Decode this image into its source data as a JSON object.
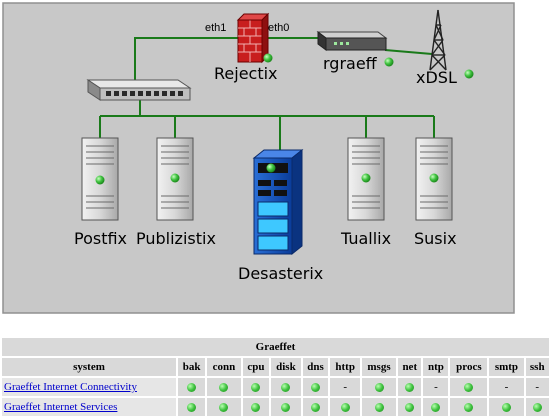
{
  "map": {
    "nodes": {
      "rejectix": "Rejectix",
      "rgraeff": "rgraeff",
      "xdsl": "xDSL",
      "postfix": "Postfix",
      "publizistix": "Publizistix",
      "desasterix": "Desasterix",
      "tuallix": "Tuallix",
      "susix": "Susix"
    },
    "interfaces": {
      "eth1": "eth1",
      "eth0": "eth0"
    }
  },
  "status_table": {
    "title": "Graeffet",
    "columns": [
      "system",
      "bak",
      "conn",
      "cpu",
      "disk",
      "dns",
      "http",
      "msgs",
      "net",
      "ntp",
      "procs",
      "smtp",
      "ssh"
    ],
    "rows": [
      {
        "system": "Graeffet Internet Connectivity",
        "cells": [
          "ok",
          "ok",
          "ok",
          "ok",
          "ok",
          "-",
          "ok",
          "ok",
          "-",
          "ok",
          "-",
          "-"
        ]
      },
      {
        "system": "Graeffet Internet Services",
        "cells": [
          "ok",
          "ok",
          "ok",
          "ok",
          "ok",
          "ok",
          "ok",
          "ok",
          "ok",
          "ok",
          "ok",
          "ok"
        ]
      }
    ]
  },
  "colors": {
    "status_ok": "#3fc23f",
    "map_background": "#c8c8c8",
    "network_line": "#1a7a1a",
    "link_blue": "#0000cc"
  }
}
